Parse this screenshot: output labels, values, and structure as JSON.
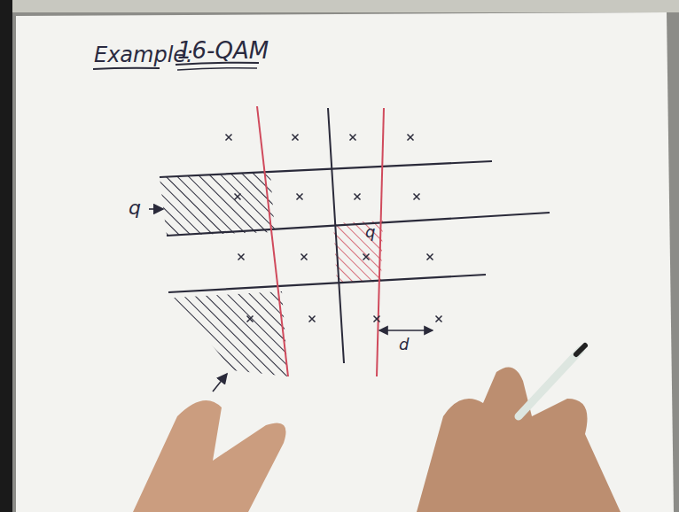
{
  "diagram": {
    "labels": [
      "Example:",
      "16-QAM",
      "q",
      "q",
      "d"
    ]
  }
}
